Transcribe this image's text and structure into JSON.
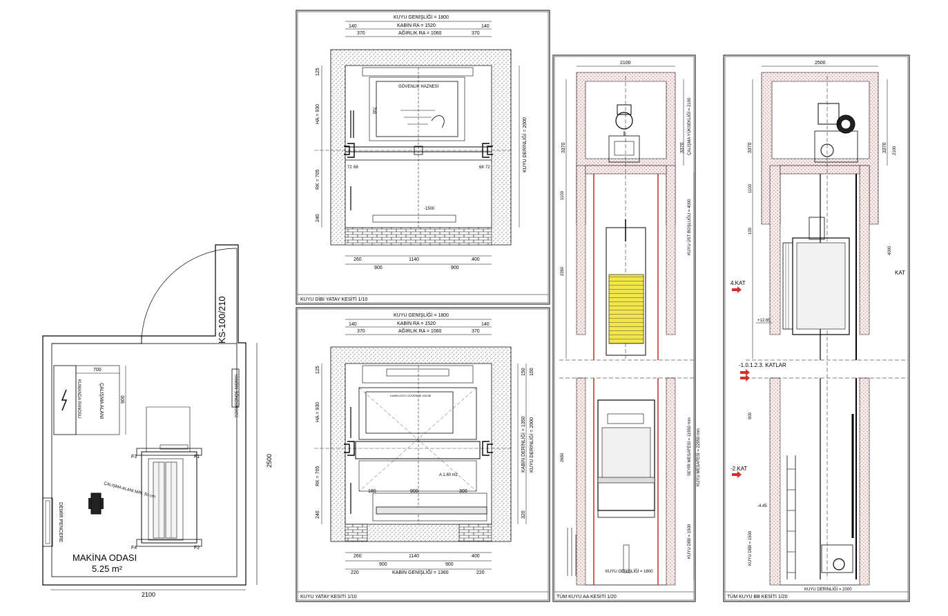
{
  "machine_room": {
    "title": "MAKİNA ODASI",
    "area": "5.25 m²",
    "door": "KS-100/210",
    "control_panel": "KUMANDA PANOSU",
    "work_area": "ÇALIŞMA ALANI",
    "window": "DEMİR PENCERE",
    "fire_ext": "YANGIN SÖNDÜRÜCÜ",
    "machine_note": "ÇALIŞMA ALANI MİN. 50 cm",
    "dim_width": "2100",
    "dim_depth": "2500",
    "dim_700": "700",
    "dim_900": "900",
    "f1": "F1",
    "f2": "F2",
    "f3": "F3",
    "f4": "F4"
  },
  "pit_plan": {
    "title": "KUYU DİBİ YATAY KESİTİ 1/10",
    "shaft_width": "KUYU GENİŞLİĞİ = 1800",
    "car_ra": "KABİN RA = 1520",
    "cw_ra": "AĞIRLIK RA = 1060",
    "d140a": "140",
    "d140b": "140",
    "d370a": "370",
    "d370b": "370",
    "d260": "260",
    "d1140": "1140",
    "d400": "400",
    "d900a": "900",
    "d900b": "900",
    "ha": "HA = 930",
    "rk": "RK = 705",
    "d125": "125",
    "d240": "240",
    "depth": "KUYU DERİNLİĞİ = 2000",
    "speed_gov": "GÖVENLİK HAZNESİ",
    "pit": "-1500",
    "d72a": "72",
    "d68a": "68",
    "d72b": "72",
    "d68b": "68",
    "d700": "700"
  },
  "car_plan": {
    "title": "KUYU YATAY KESİTİ 1/10",
    "shaft_width": "KUYU GENİŞLİĞİ = 1800",
    "car_ra": "KABİN RA = 1520",
    "cw_ra": "AĞIRLIK RA = 1060",
    "d140a": "140",
    "d140b": "140",
    "d370a": "370",
    "d370b": "370",
    "d260": "260",
    "d1140": "1140",
    "d400": "400",
    "d900a": "900",
    "d900b": "900",
    "d220a": "220",
    "d220b": "220",
    "car_width": "KABİN GENİŞLİĞİ = 1360",
    "ha": "HA = 930",
    "rk": "RK = 705",
    "d125": "125",
    "d240": "240",
    "cabin_depth": "KABİN DERİNLİĞİ = 1350",
    "depth": "KUYU DERİNLİĞİ = 2000",
    "d180": "180",
    "d900": "900",
    "d300": "300",
    "d320": "320",
    "d150": "150",
    "d100": "100",
    "a_note": "A 1.80 m2",
    "cabin_note": "KABİN ÜSTÜ GÜVENLİK HACMİ"
  },
  "section_aa": {
    "title": "TÜM KUYU AA KESİTİ 1/20",
    "top_width": "2100",
    "bottom": "KUYU GENİŞLİĞİ = 1800",
    "d3370a": "3370",
    "d3370b": "3370",
    "travel": "SEYİR MESAFESİ = 11950 mm",
    "total": "KUYU MESAFESİ = 22950 mm",
    "pit_depth": "KUYU DİBİ = 1500",
    "headroom": "KUYU ÜST BOŞLUĞU = 4000",
    "d1100": "1100",
    "d2350": "2350",
    "d2650": "2650",
    "d2100": "ÇALIŞMA YÜKSEKLİĞİ = 2100"
  },
  "section_bb": {
    "title": "TÜM KUYU BB KESİTİ 1/20",
    "top_width": "2500",
    "bottom": "KUYU DERİNLİĞİ = 2000",
    "d3370a": "3370",
    "d3370b": "3370",
    "d2100": "2100",
    "kat4": "4.KAT",
    "kat4_level": "+12.65",
    "katlar": "-1.0.1.2.3. KATLAR",
    "kat_minus2": "-2.KAT",
    "level_m": "-4.45",
    "ka": "KAT",
    "d4000": "4000",
    "d100": "100",
    "d1100": "1100",
    "d900": "900",
    "d1500": "KUYU DİBİ = 1500"
  },
  "colors": {
    "line": "#000000",
    "wall_hatch": "#c8a0a0",
    "rail": "#cc2222",
    "counterweight": "#f2e64a",
    "arrow": "#d03030"
  }
}
